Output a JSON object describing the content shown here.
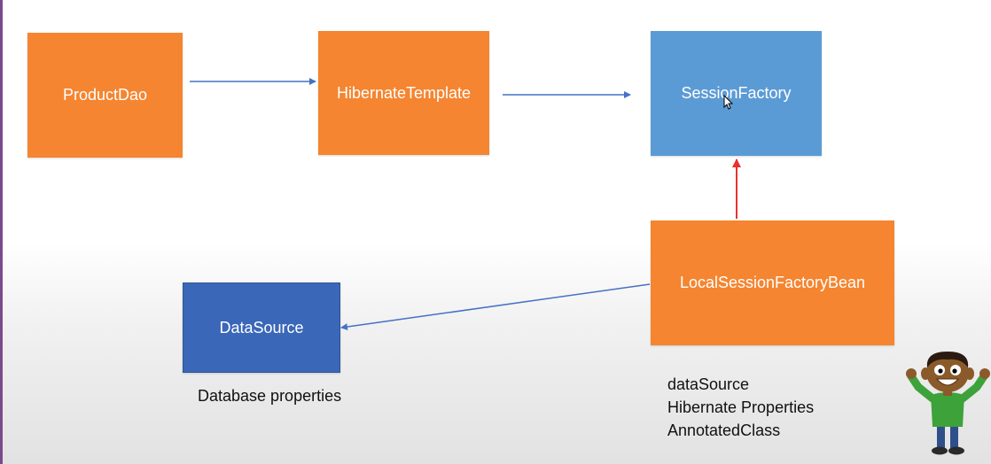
{
  "diagram": {
    "boxes": {
      "product_dao": "ProductDao",
      "hibernate_template": "HibernateTemplate",
      "session_factory": "SessionFactory",
      "local_session_factory_bean": "LocalSessionFactoryBean",
      "data_source": "DataSource"
    },
    "data_source_caption": "Database properties",
    "bean_properties": [
      "dataSource",
      "Hibernate Properties",
      "AnnotatedClass"
    ]
  },
  "colors": {
    "orange": "#f58530",
    "light_blue": "#5b9bd5",
    "dark_blue": "#3a67b8",
    "blue_arrow": "#4472c4",
    "red_arrow": "#e8312f"
  },
  "icons": [
    "mouse-pointer-icon",
    "cartoon-boy-mascot"
  ]
}
